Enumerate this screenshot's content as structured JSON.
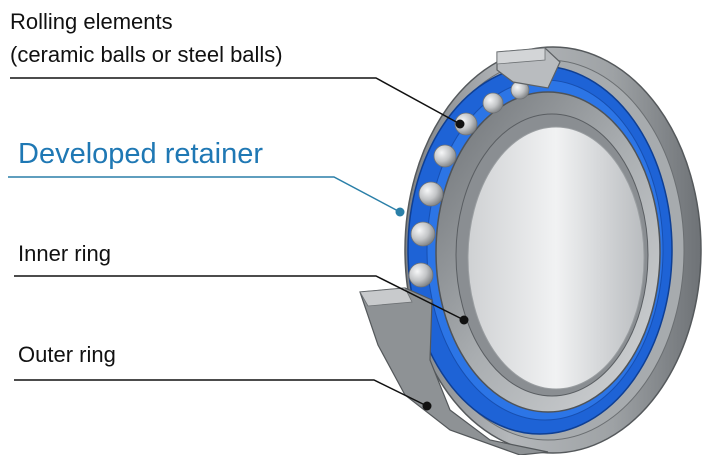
{
  "labels": {
    "rolling_line1": "Rolling elements",
    "rolling_line2": "(ceramic balls or steel balls)",
    "retainer": "Developed retainer",
    "inner_ring": "Inner ring",
    "outer_ring": "Outer ring"
  },
  "colors": {
    "label_text": "#111111",
    "retainer_text": "#1f78b4",
    "retainer_leader": "#2a7fa8",
    "leader": "#111111",
    "retainer_fill": "#1e63d6",
    "ring_gray": "#8f9396",
    "ring_light": "#c9cccf",
    "ring_dark": "#5c6064",
    "ball": "#c4c6c8"
  }
}
